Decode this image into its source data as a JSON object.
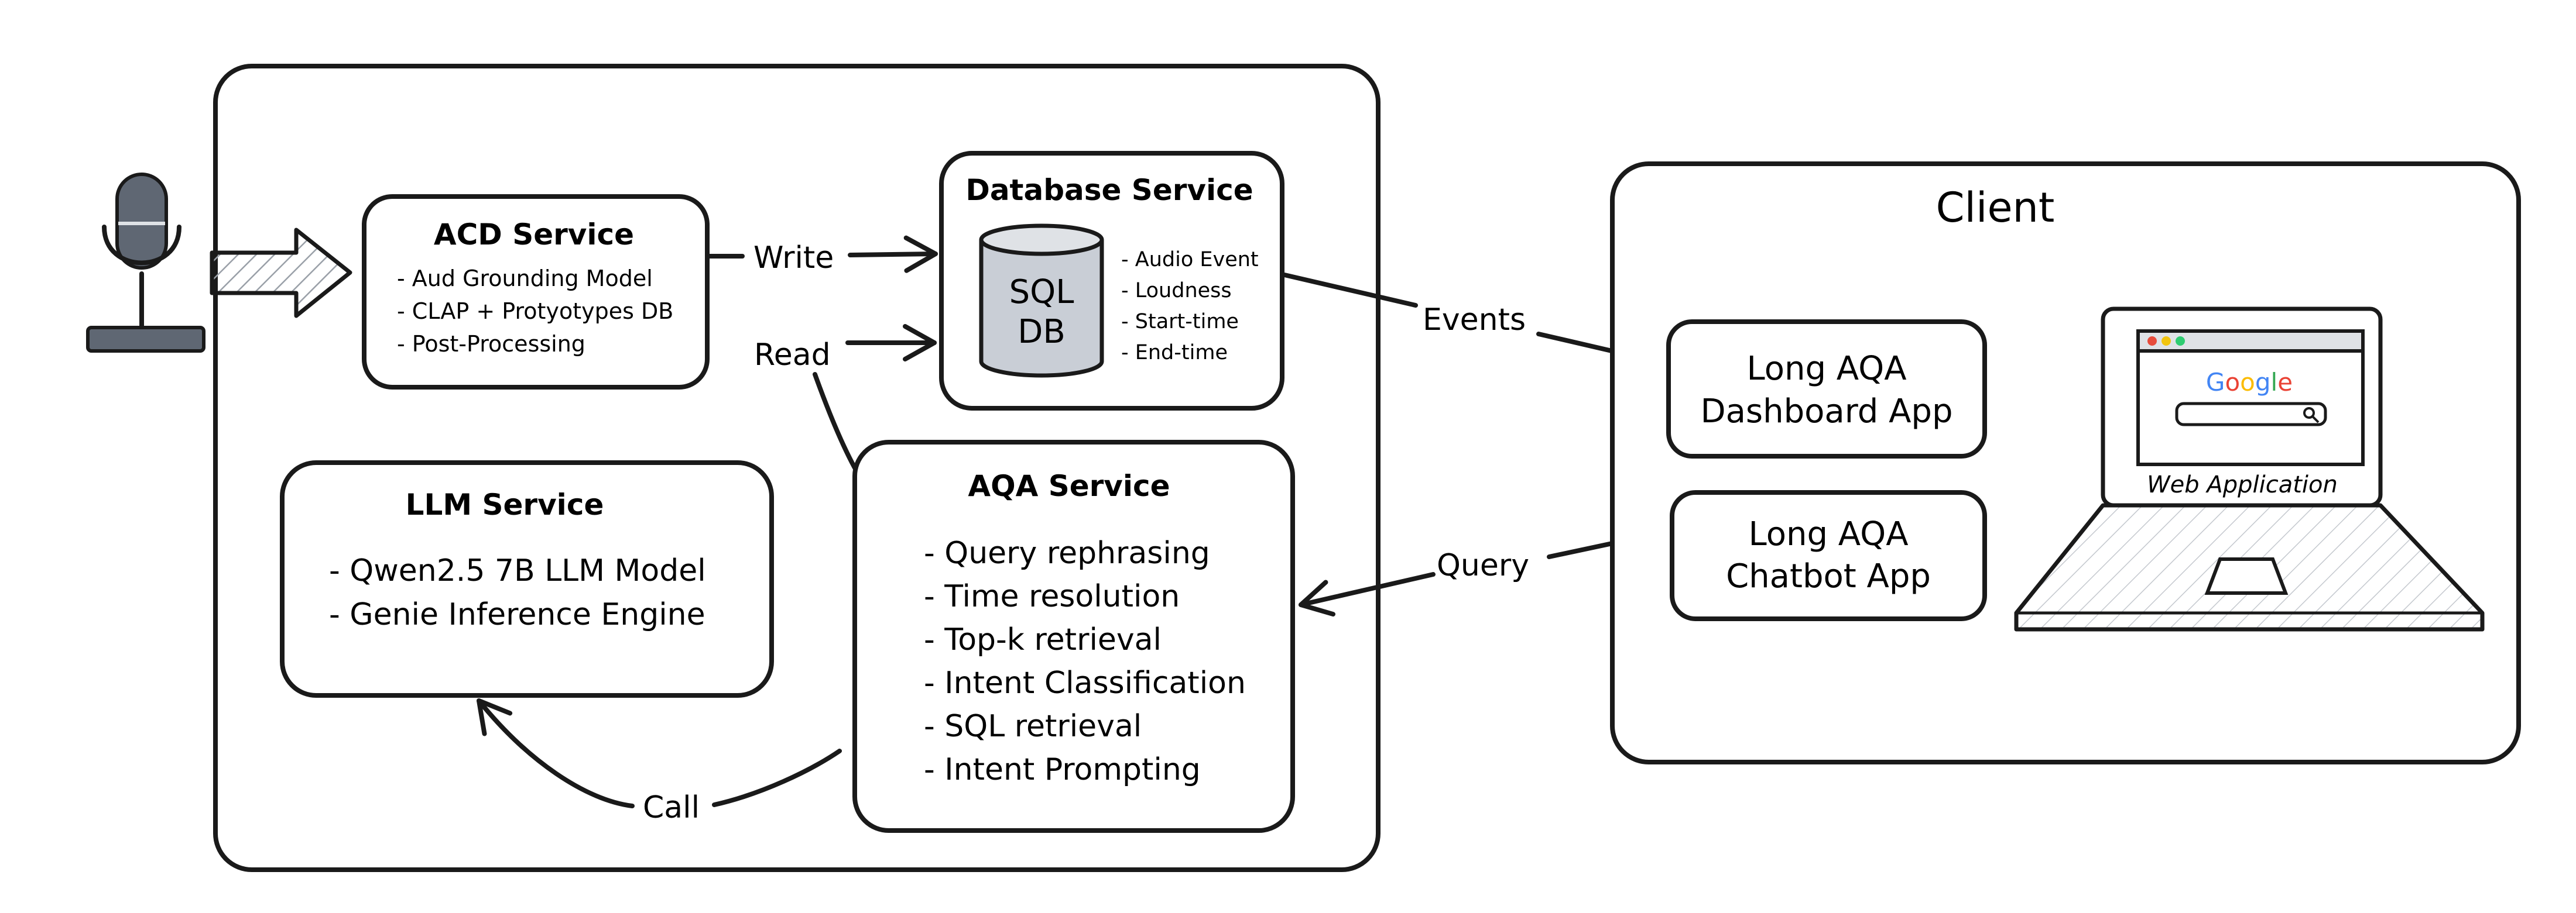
{
  "server": {
    "acd": {
      "title": "ACD Service",
      "items": [
        "- Aud Grounding Model",
        "- CLAP + Protyotypes DB",
        "- Post-Processing"
      ]
    },
    "database": {
      "title": "Database Service",
      "cylinder_line1": "SQL",
      "cylinder_line2": "DB",
      "fields": [
        "- Audio Event",
        "- Loudness",
        "- Start-time",
        "- End-time"
      ]
    },
    "llm": {
      "title": "LLM Service",
      "items": [
        "- Qwen2.5 7B LLM Model",
        "- Genie Inference Engine"
      ]
    },
    "aqa": {
      "title": "AQA Service",
      "items": [
        "- Query rephrasing",
        "- Time resolution",
        "- Top-k retrieval",
        "- Intent Classification",
        "- SQL retrieval",
        "- Intent Prompting"
      ]
    }
  },
  "client": {
    "title": "Client",
    "dashboard_app": [
      "Long AQA",
      "Dashboard App"
    ],
    "chatbot_app": [
      "Long AQA",
      "Chatbot App"
    ],
    "laptop": {
      "search_logo": "Google",
      "caption": "Web Application"
    }
  },
  "edges": {
    "write": "Write",
    "read": "Read",
    "events": "Events",
    "query": "Query",
    "call": "Call"
  },
  "colors": {
    "stroke": "#1a1a1a",
    "mic_gray": "#5f6773",
    "cylinder_fill": "#c9ced6",
    "hatch": "#9aa0a8",
    "google_blue": "#4285F4",
    "google_red": "#EA4335",
    "google_yellow": "#FBBC05",
    "google_green": "#34A853",
    "traffic_red": "#e74c3c",
    "traffic_yellow": "#f1c40f",
    "traffic_green": "#2ecc71"
  }
}
